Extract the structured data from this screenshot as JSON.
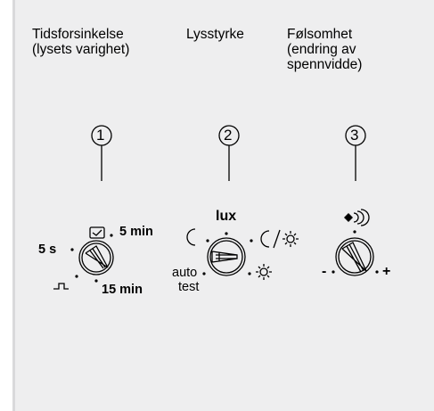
{
  "headings": {
    "time": [
      "Tidsforsinkelse",
      "(lysets varighet)"
    ],
    "light": [
      "Lysstyrke"
    ],
    "sens": [
      "Følsomhet",
      "(endring av",
      "spennvidde)"
    ]
  },
  "callouts": [
    "1",
    "2",
    "3"
  ],
  "dial1": {
    "left": "5 s",
    "right": "5 min",
    "bottom": "15 min"
  },
  "dial2": {
    "top": "lux",
    "auto": "auto",
    "test": "test"
  },
  "dial3": {
    "minus": "-",
    "plus": "+"
  }
}
